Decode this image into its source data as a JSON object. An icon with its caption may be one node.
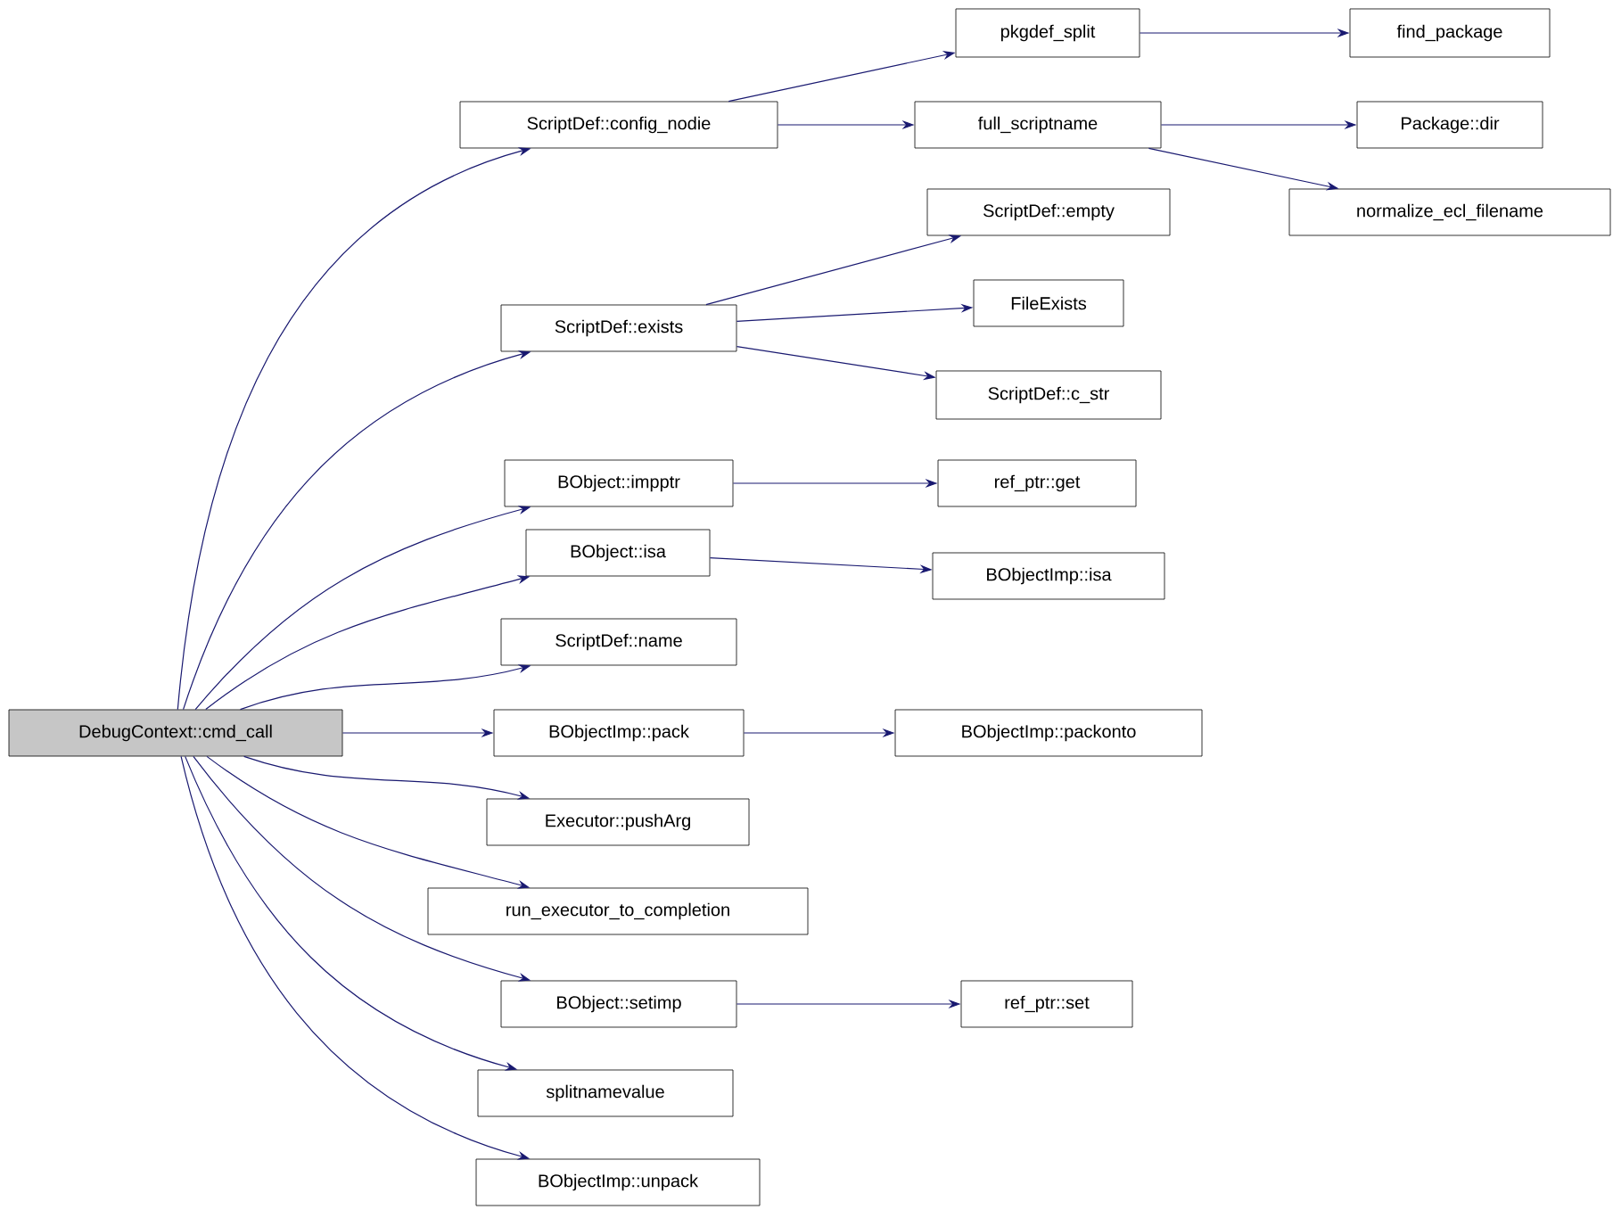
{
  "diagram": {
    "nodes": [
      {
        "text": [
          "DebugContext::cmd_call"
        ]
      },
      {
        "text": [
          "ScriptDef::config_nodie"
        ]
      },
      {
        "text": [
          "pkgdef_split"
        ]
      },
      {
        "text": [
          "find_package"
        ]
      },
      {
        "text": [
          "full_scriptname"
        ]
      },
      {
        "text": [
          "Package::dir"
        ]
      },
      {
        "text": [
          "normalize_ecl_filename"
        ]
      },
      {
        "text": [
          "ScriptDef::exists"
        ]
      },
      {
        "text": [
          "ScriptDef::empty"
        ]
      },
      {
        "text": [
          "FileExists"
        ]
      },
      {
        "text": [
          "ScriptDef::c_str"
        ]
      },
      {
        "text": [
          "BObject::impptr"
        ]
      },
      {
        "text": [
          "ref_ptr::get"
        ]
      },
      {
        "text": [
          "BObject::isa"
        ]
      },
      {
        "text": [
          "BObjectImp::isa"
        ]
      },
      {
        "text": [
          "ScriptDef::name"
        ]
      },
      {
        "text": [
          "BObjectImp::pack"
        ]
      },
      {
        "text": [
          "BObjectImp::packonto"
        ]
      },
      {
        "text": [
          "Executor::pushArg"
        ]
      },
      {
        "text": [
          "run_executor_to_completion"
        ]
      },
      {
        "text": [
          "BObject::setimp"
        ]
      },
      {
        "text": [
          "ref_ptr::set"
        ]
      },
      {
        "text": [
          "splitnamevalue"
        ]
      },
      {
        "text": [
          "BObjectImp::unpack"
        ]
      }
    ],
    "edges": [
      {
        "from": 0,
        "to": 1,
        "arrow": "to"
      },
      {
        "from": 1,
        "to": 2,
        "arrow": "to"
      },
      {
        "from": 2,
        "to": 3,
        "arrow": "to"
      },
      {
        "from": 1,
        "to": 4,
        "arrow": "to"
      },
      {
        "from": 4,
        "to": 5,
        "arrow": "to"
      },
      {
        "from": 4,
        "to": 6,
        "arrow": "to"
      },
      {
        "from": 0,
        "to": 7,
        "arrow": "to"
      },
      {
        "from": 7,
        "to": 8,
        "arrow": "to"
      },
      {
        "from": 7,
        "to": 9,
        "arrow": "to"
      },
      {
        "from": 7,
        "to": 10,
        "arrow": "to"
      },
      {
        "from": 0,
        "to": 11,
        "arrow": "to"
      },
      {
        "from": 11,
        "to": 12,
        "arrow": "to"
      },
      {
        "from": 0,
        "to": 13,
        "arrow": "to"
      },
      {
        "from": 13,
        "to": 14,
        "arrow": "to"
      },
      {
        "from": 0,
        "to": 15,
        "arrow": "to"
      },
      {
        "from": 0,
        "to": 16,
        "arrow": "to"
      },
      {
        "from": 16,
        "to": 17,
        "arrow": "to"
      },
      {
        "from": 0,
        "to": 18,
        "arrow": "to"
      },
      {
        "from": 0,
        "to": 19,
        "arrow": "to"
      },
      {
        "from": 0,
        "to": 20,
        "arrow": "to"
      },
      {
        "from": 20,
        "to": 21,
        "arrow": "to"
      },
      {
        "from": 0,
        "to": 22,
        "arrow": "to"
      },
      {
        "from": 0,
        "to": 23,
        "arrow": "to"
      }
    ]
  }
}
